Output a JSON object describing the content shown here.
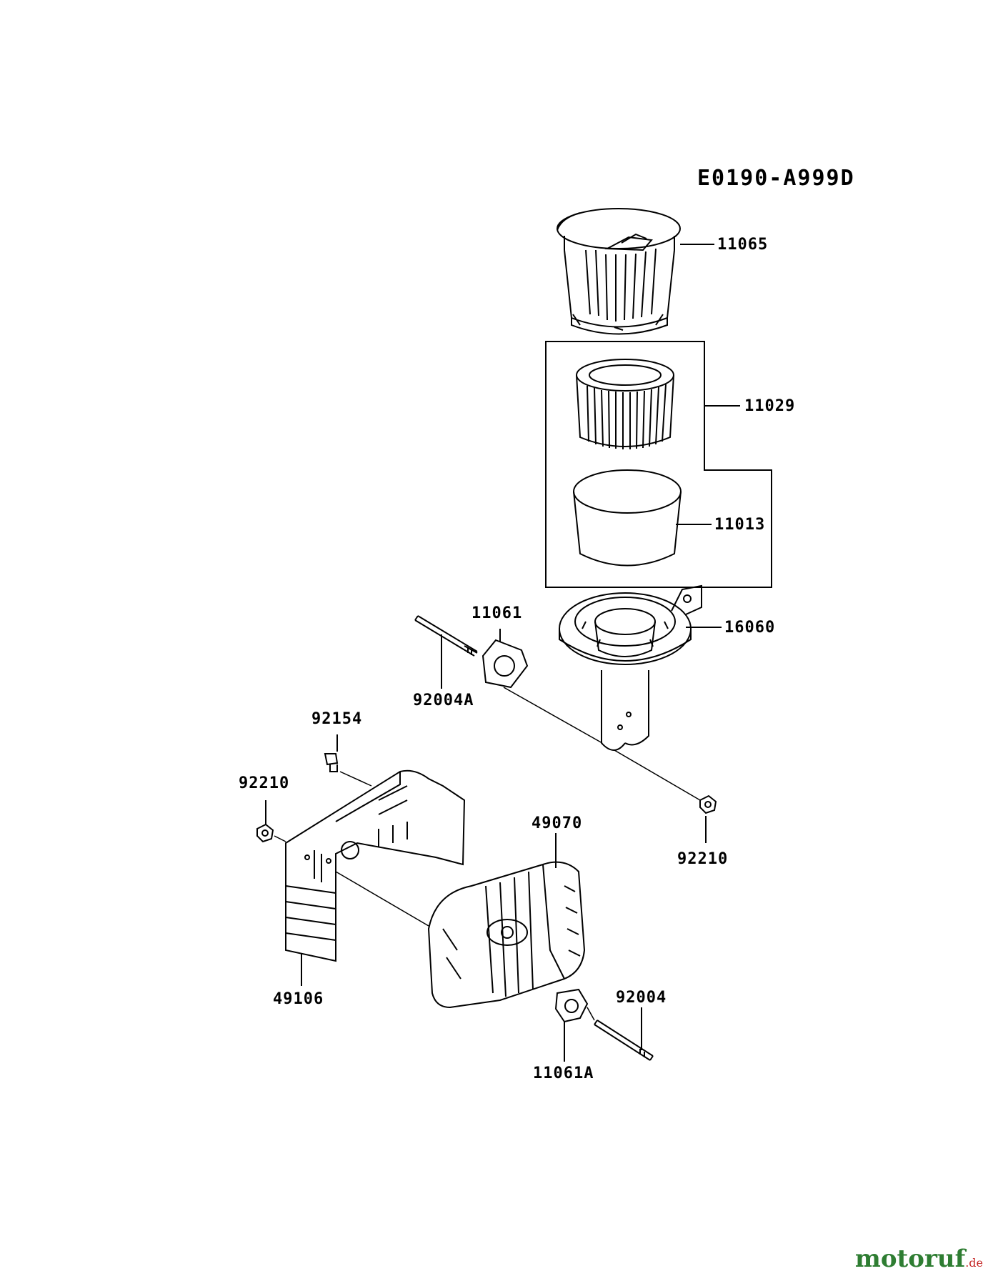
{
  "diagram_code": "E0190-A999D",
  "parts": [
    {
      "id": "cover",
      "number": "11065"
    },
    {
      "id": "filter_group",
      "number": "11029"
    },
    {
      "id": "pre_filter",
      "number": "11013"
    },
    {
      "id": "gasket_top",
      "number": "11061"
    },
    {
      "id": "base",
      "number": "16060"
    },
    {
      "id": "stud_a",
      "number": "92004A"
    },
    {
      "id": "bolt",
      "number": "92154"
    },
    {
      "id": "nut_left",
      "number": "92210"
    },
    {
      "id": "nut_right",
      "number": "92210"
    },
    {
      "id": "muffler",
      "number": "49070"
    },
    {
      "id": "muffler_cover",
      "number": "49106"
    },
    {
      "id": "stud",
      "number": "92004"
    },
    {
      "id": "gasket_bottom",
      "number": "11061A"
    }
  ],
  "watermark": {
    "brand": "motoruf",
    "tld": ".de"
  }
}
